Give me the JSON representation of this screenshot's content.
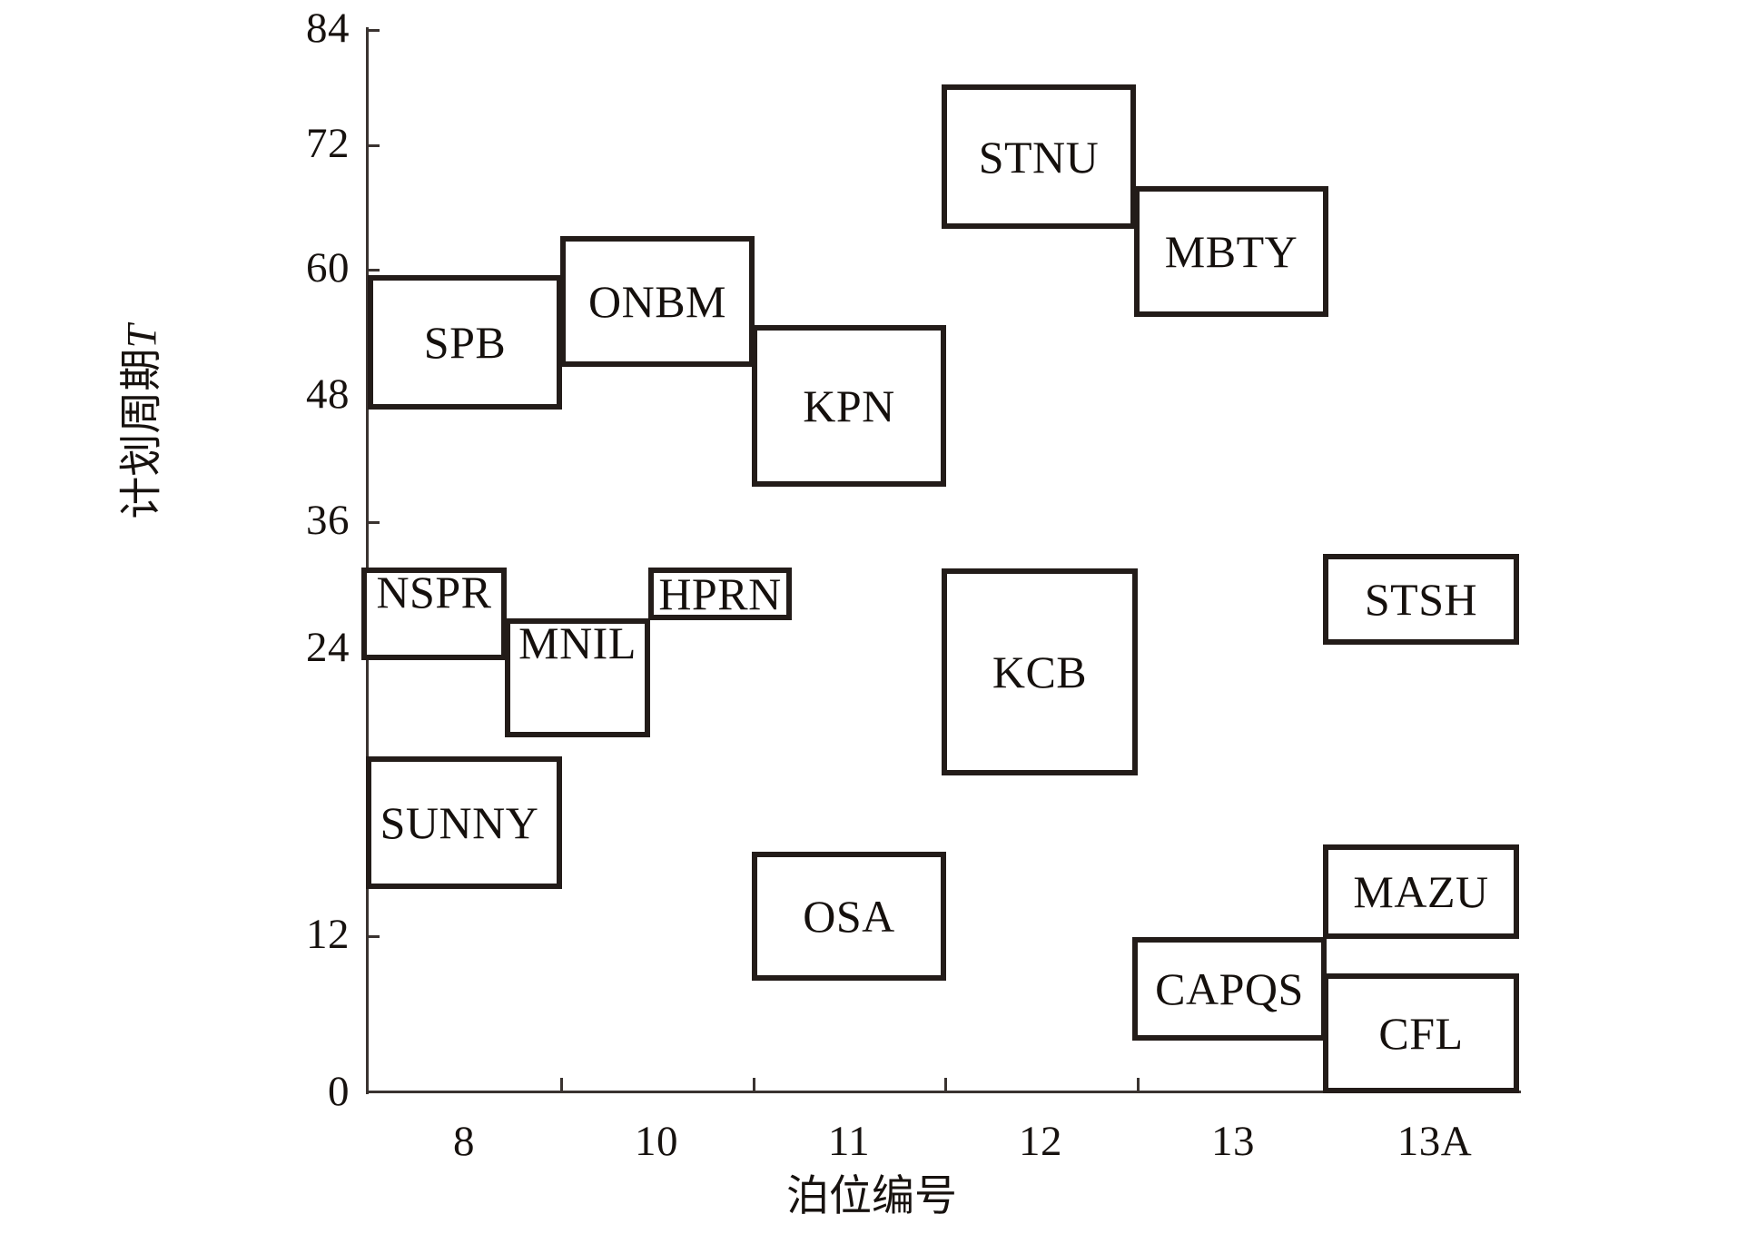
{
  "chart_data": {
    "type": "bar",
    "title": "",
    "subtitle": "",
    "xlabel": "泊位编号",
    "ylabel": "计划周期T",
    "ylabel_plain": "计划周期",
    "ylabel_italic": "T",
    "xlim": [
      7.5,
      14.0
    ],
    "ylim": [
      0,
      84
    ],
    "grid": false,
    "legend": null,
    "ytick_labels": [
      "0",
      "12",
      "24",
      "36",
      "48",
      "60",
      "72",
      "84"
    ],
    "ytick_values": [
      0,
      12,
      24,
      36,
      48,
      60,
      72,
      84
    ],
    "xtick_labels": [
      "8",
      "10",
      "11",
      "12",
      "13",
      "13A"
    ],
    "xtick_values": [
      8,
      10,
      11,
      12,
      13,
      13.5
    ],
    "note": "Berth allocation Gantt chart: each rectangle is a vessel occupying a berth range over a time window.",
    "boxes": [
      {
        "name": "SPB",
        "berth_start": 7.5,
        "berth_end": 8.5,
        "t_start": 54.0,
        "t_end": 64.4
      },
      {
        "name": "ONBM",
        "berth_start": 8.5,
        "berth_end": 9.5,
        "t_start": 57.5,
        "t_end": 67.5
      },
      {
        "name": "KPN",
        "berth_start": 9.5,
        "berth_end": 10.5,
        "t_start": 48.0,
        "t_end": 60.5
      },
      {
        "name": "STNU",
        "berth_start": 11.5,
        "berth_end": 12.5,
        "t_start": 68.4,
        "t_end": 79.4
      },
      {
        "name": "MBTY",
        "berth_start": 12.5,
        "berth_end": 13.5,
        "t_start": 61.4,
        "t_end": 71.5
      },
      {
        "name": "NSPR",
        "berth_start": 7.5,
        "berth_end": 8.25,
        "t_start": 34.3,
        "t_end": 41.3
      },
      {
        "name": "MNIL",
        "berth_start": 8.25,
        "berth_end": 9.0,
        "t_start": 28.2,
        "t_end": 37.3
      },
      {
        "name": "HPRN",
        "berth_start": 9.0,
        "berth_end": 9.75,
        "t_start": 37.3,
        "t_end": 41.3
      },
      {
        "name": "KCB",
        "berth_start": 11.5,
        "berth_end": 12.5,
        "t_start": 25.2,
        "t_end": 41.2
      },
      {
        "name": "STSH",
        "berth_start": 13.5,
        "berth_end": 14.5,
        "t_start": 35.4,
        "t_end": 42.4
      },
      {
        "name": "SUNNY",
        "berth_start": 7.5,
        "berth_end": 8.5,
        "t_start": 16.2,
        "t_end": 26.4
      },
      {
        "name": "OSA",
        "berth_start": 9.5,
        "berth_end": 10.5,
        "t_start": 10.8,
        "t_end": 20.2
      },
      {
        "name": "MAZU",
        "berth_start": 13.5,
        "berth_end": 14.5,
        "t_start": 12.3,
        "t_end": 19.4
      },
      {
        "name": "CAPQS",
        "berth_start": 12.5,
        "berth_end": 13.5,
        "t_start": 4.2,
        "t_end": 12.2
      },
      {
        "name": "CFL",
        "berth_start": 13.5,
        "berth_end": 14.5,
        "t_start": 0.0,
        "t_end": 9.3
      }
    ]
  },
  "axes": {
    "y_ticks": [
      {
        "label": "84",
        "px": 32
      },
      {
        "label": "72",
        "px": 159
      },
      {
        "label": "60",
        "px": 296
      },
      {
        "label": "48",
        "px": 435
      },
      {
        "label": "36",
        "px": 574
      },
      {
        "label": "24",
        "px": 714
      },
      {
        "label": "12",
        "px": 1030
      },
      {
        "label": "0",
        "px": 1203
      }
    ],
    "y_ticks_all": [
      "84",
      "72",
      "60",
      "48",
      "36",
      "24",
      "12",
      "0"
    ],
    "x_ticks": [
      {
        "label": "8",
        "px": 511
      },
      {
        "label": "10",
        "px": 723
      },
      {
        "label": "11",
        "px": 935
      },
      {
        "label": "12",
        "px": 1146
      },
      {
        "label": "13",
        "px": 1358
      },
      {
        "label": "13A",
        "px": 1580
      }
    ]
  },
  "style": {
    "box_border_color": "#231c19",
    "axis_color": "#3a3330",
    "text_color": "#15100d",
    "background": "#ffffff"
  }
}
